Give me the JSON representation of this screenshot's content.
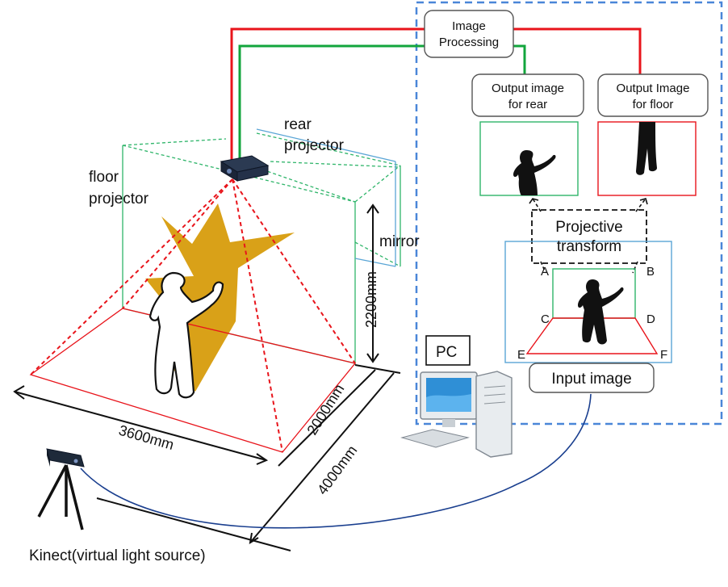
{
  "labels": {
    "floor_projector_line1": "floor",
    "floor_projector_line2": "projector",
    "rear_projector_line1": "rear",
    "rear_projector_line2": "projector",
    "mirror": "mirror",
    "kinect": "Kinect(virtual light source)",
    "pc": "PC",
    "image_processing_line1": "Image",
    "image_processing_line2": "Processing",
    "output_rear_line1": "Output image",
    "output_rear_line2": "for  rear",
    "output_floor_line1": "Output Image",
    "output_floor_line2": "for  floor",
    "projective_line1": "Projective",
    "projective_line2": "transform",
    "input_image": "Input image",
    "corner_a": "A",
    "corner_b": "B",
    "corner_c": "C",
    "corner_d": "D",
    "corner_e": "E",
    "corner_f": "F"
  },
  "dimensions": {
    "height": "2200mm",
    "depth": "2000mm",
    "width": "3600mm",
    "kinect_distance": "4000mm"
  },
  "colors": {
    "red_path": "#e8141b",
    "green_path": "#12a53c",
    "dashed_border": "#4a86d8",
    "star": "#d9a118",
    "cable": "#1a3f8f",
    "room_green": "#2fb56a",
    "mirror_blue": "#5aa5d6"
  }
}
